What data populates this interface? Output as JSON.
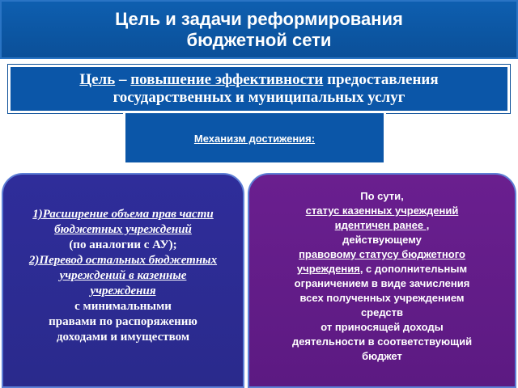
{
  "header": {
    "title_line1": "Цель и задачи реформирования",
    "title_line2": "бюджетной сети"
  },
  "goal": {
    "word": "Цель",
    "dash": " – ",
    "phrase": "повышение эффективности",
    "rest_line1": " предоставления",
    "line2": "государственных и муниципальных услуг"
  },
  "mechanism": {
    "label": "Механизм достижения:"
  },
  "left_panel": {
    "l1": "1)Расширение объема прав части",
    "l2": "бюджетных учреждений",
    "l3": "(по аналогии с АУ);",
    "l4": "2)Перевод остальных бюджетных",
    "l5": "учреждений в казенные",
    "l6": "учреждения",
    "l7": "с минимальными",
    "l8": "правами по распоряжению",
    "l9": "доходами и имуществом"
  },
  "right_panel": {
    "l1": "По сути,",
    "l2": "статус казенных учреждений",
    "l3": "идентичен ранее ",
    "l3b": ",",
    "l4": "действующему",
    "l5": "правовому статусу бюджетного",
    "l6a": "учреждения",
    "l6b": ", с дополнительным",
    "l7": "ограничением в виде зачисления",
    "l8": "всех полученных учреждением",
    "l9": "средств",
    "l10": "от приносящей доходы",
    "l11": "деятельности в соответствующий",
    "l12": "бюджет"
  }
}
